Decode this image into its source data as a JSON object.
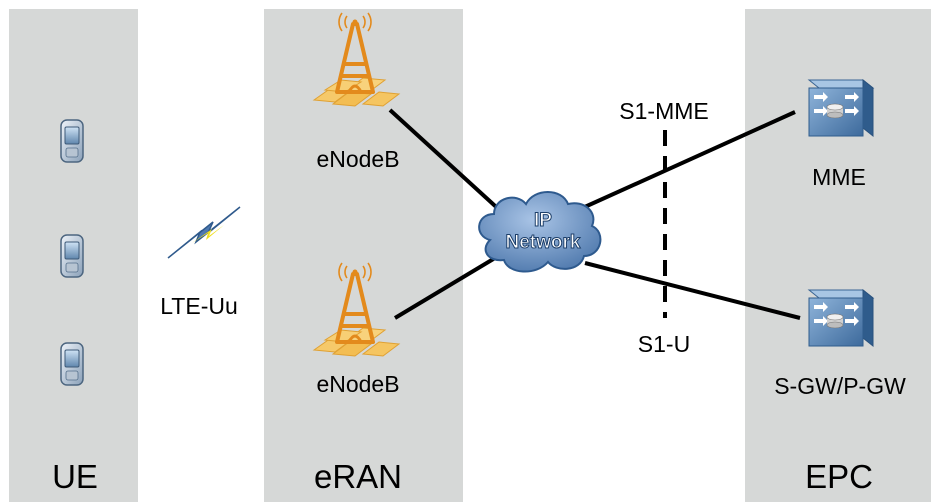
{
  "zones": {
    "ue": "UE",
    "eran": "eRAN",
    "epc": "EPC"
  },
  "radio_link": {
    "label": "LTE-Uu",
    "icon": "lightning-icon"
  },
  "enodebs": [
    {
      "label": "eNodeB",
      "icon": "cell-tower-icon"
    },
    {
      "label": "eNodeB",
      "icon": "cell-tower-icon"
    }
  ],
  "ue_devices": [
    {
      "icon": "mobile-phone-icon"
    },
    {
      "icon": "mobile-phone-icon"
    },
    {
      "icon": "mobile-phone-icon"
    }
  ],
  "network": {
    "line1": "IP",
    "line2": "Network",
    "icon": "cloud-icon"
  },
  "interfaces": {
    "s1_mme": "S1-MME",
    "s1_u": "S1-U"
  },
  "core": {
    "mme": {
      "label": "MME",
      "icon": "server-icon"
    },
    "gw": {
      "label": "S-GW/P-GW",
      "icon": "server-icon"
    }
  },
  "colors": {
    "panel": "#d6d8d7",
    "cloud": "#6f96c6",
    "tower": "#e98f1d",
    "hex": "#f5c15a",
    "server": "#5a88b8",
    "bolt": "#f0e020"
  }
}
